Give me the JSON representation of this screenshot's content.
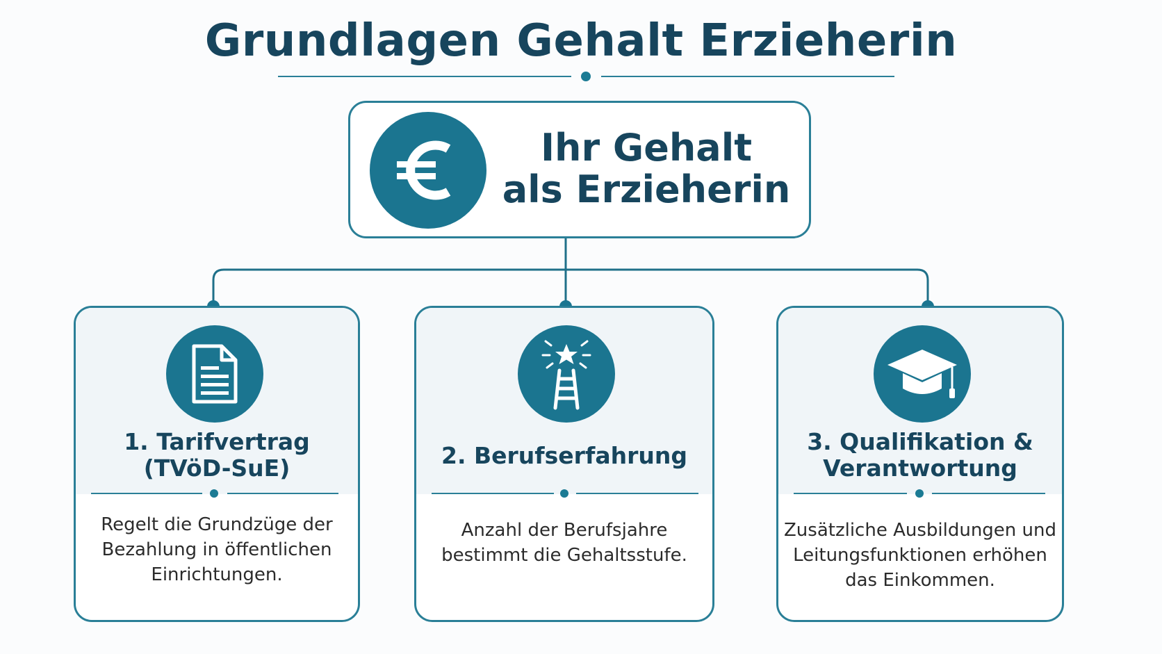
{
  "title": "Grundlagen Gehalt Erzieherin",
  "center": {
    "line1": "Ihr Gehalt",
    "line2": "als Erzieherin",
    "icon": "euro-icon"
  },
  "cards": [
    {
      "title_line1": "1. Tarifvertrag",
      "title_line2": "(TVöD-SuE)",
      "text_line1": "Regelt die Grundzüge der",
      "text_line2": "Bezahlung in öffentlichen",
      "text_line3": "Einrichtungen.",
      "icon": "document-icon"
    },
    {
      "title_line1": "2. Berufserfahrung",
      "text_line1": "Anzahl der Berufsjahre",
      "text_line2": "bestimmt die Gehaltsstufe.",
      "icon": "ladder-star-icon"
    },
    {
      "title_line1": "3. Qualifikation &",
      "title_line2": "Verantwortung",
      "text_line1": "Zusätzliche Ausbildungen und",
      "text_line2": "Leitungsfunktionen erhöhen",
      "text_line3": "das Einkommen.",
      "icon": "graduation-cap-icon"
    }
  ],
  "colors": {
    "primary": "#1b7590",
    "heading": "#17455d",
    "border": "#2a7f97"
  }
}
